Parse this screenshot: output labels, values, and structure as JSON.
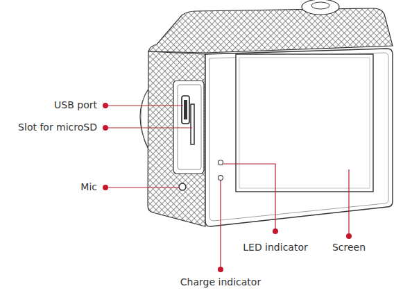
{
  "diagram": {
    "labels": [
      "USB port",
      "Slot for microSD",
      "Mic",
      "LED indicator",
      "Screen",
      "Charge indicator"
    ]
  }
}
